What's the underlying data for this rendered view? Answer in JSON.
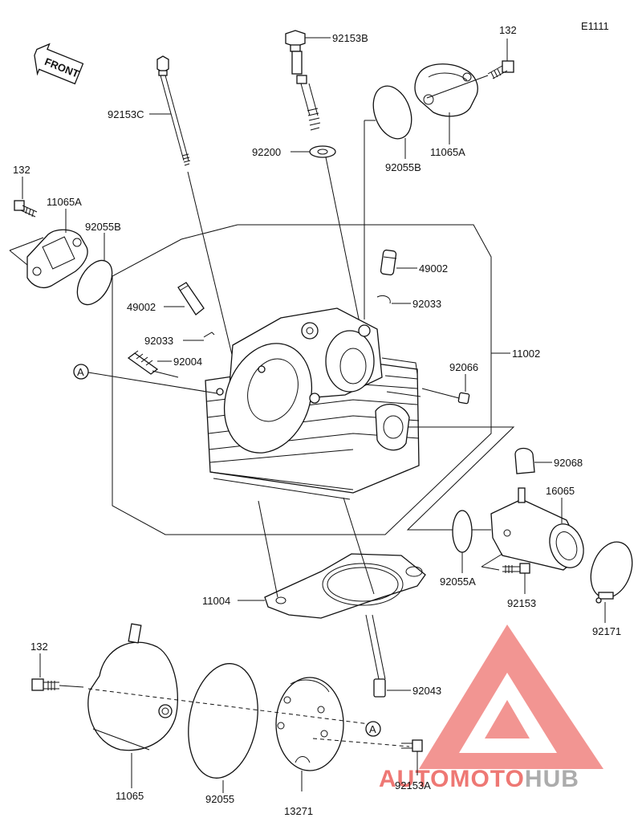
{
  "diagram": {
    "code": "E1111",
    "front_label": "FRONT",
    "ref_marker": "A",
    "parts": [
      {
        "id": "p-92153B",
        "label": "92153B"
      },
      {
        "id": "p-132-a",
        "label": "132"
      },
      {
        "id": "p-92153C",
        "label": "92153C"
      },
      {
        "id": "p-92200",
        "label": "92200"
      },
      {
        "id": "p-11065A-a",
        "label": "11065A"
      },
      {
        "id": "p-92055B-a",
        "label": "92055B"
      },
      {
        "id": "p-132-b",
        "label": "132"
      },
      {
        "id": "p-11065A-b",
        "label": "11065A"
      },
      {
        "id": "p-92055B-b",
        "label": "92055B"
      },
      {
        "id": "p-49002-a",
        "label": "49002"
      },
      {
        "id": "p-92033-a",
        "label": "92033"
      },
      {
        "id": "p-49002-b",
        "label": "49002"
      },
      {
        "id": "p-92033-b",
        "label": "92033"
      },
      {
        "id": "p-11002",
        "label": "11002"
      },
      {
        "id": "p-92004",
        "label": "92004"
      },
      {
        "id": "p-92066",
        "label": "92066"
      },
      {
        "id": "p-92068",
        "label": "92068"
      },
      {
        "id": "p-16065",
        "label": "16065"
      },
      {
        "id": "p-92055A",
        "label": "92055A"
      },
      {
        "id": "p-92153",
        "label": "92153"
      },
      {
        "id": "p-92171",
        "label": "92171"
      },
      {
        "id": "p-11004",
        "label": "11004"
      },
      {
        "id": "p-132-c",
        "label": "132"
      },
      {
        "id": "p-92043",
        "label": "92043"
      },
      {
        "id": "p-92153A",
        "label": "92153A"
      },
      {
        "id": "p-11065",
        "label": "11065"
      },
      {
        "id": "p-92055",
        "label": "92055"
      },
      {
        "id": "p-13271",
        "label": "13271"
      }
    ]
  },
  "watermark": {
    "text_auto": "AUTO",
    "text_moto": "MOTO",
    "text_hub": "HUB",
    "color_red": "#e8403a",
    "color_grey": "#8a8a8a"
  }
}
